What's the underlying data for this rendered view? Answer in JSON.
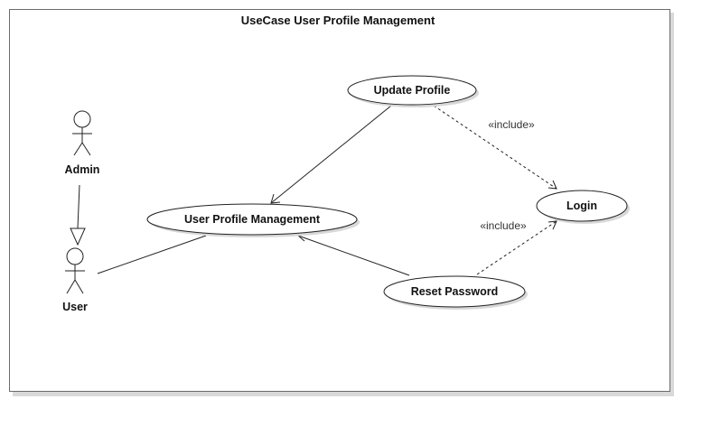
{
  "diagram": {
    "title": "UseCase User Profile Management"
  },
  "actors": {
    "admin": "Admin",
    "user": "User"
  },
  "use_cases": {
    "update_profile": "Update Profile",
    "user_profile_management": "User Profile Management",
    "login": "Login",
    "reset_password": "Reset Password"
  },
  "relations": {
    "include_update_login": "«include»",
    "include_reset_login": "«include»"
  }
}
